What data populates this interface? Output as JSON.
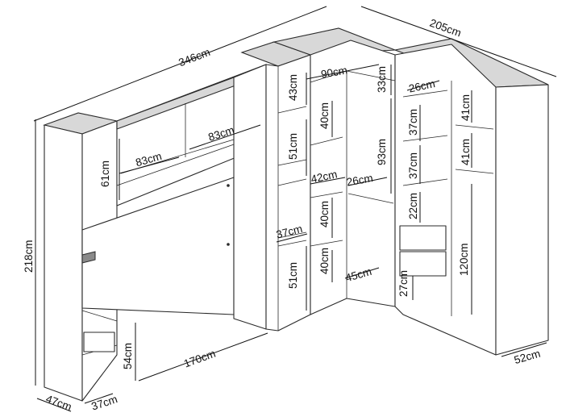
{
  "diagram": {
    "dimensions": {
      "overall_length": "346cm",
      "side_length": "205cm",
      "height": "218cm",
      "depth_left": "47cm",
      "depth_right": "52cm",
      "desk_unit_width": "37cm",
      "desk_height": "54cm",
      "headboard_width": "170cm",
      "niche_upper_left": "83cm",
      "niche_upper_right": "83cm",
      "niche_height": "61cm",
      "col1_top": "43cm",
      "col1_mid": "51cm",
      "col1_low": "51cm",
      "col1_width": "37cm",
      "col2_top": "40cm",
      "col2_mid": "40cm",
      "col2_low": "40cm",
      "col2_width": "42cm",
      "corner_top_width": "90cm",
      "corner_top_height": "33cm",
      "corner_rail_width": "26cm",
      "corner_hang_height": "93cm",
      "corner_bottom": "45cm",
      "col3_width": "26cm",
      "col3_s1": "37cm",
      "col3_s2": "37cm",
      "col3_s3": "22cm",
      "col3_bottom": "27cm",
      "col4_s1": "41cm",
      "col4_s2": "41cm",
      "col4_hang": "120cm"
    }
  }
}
